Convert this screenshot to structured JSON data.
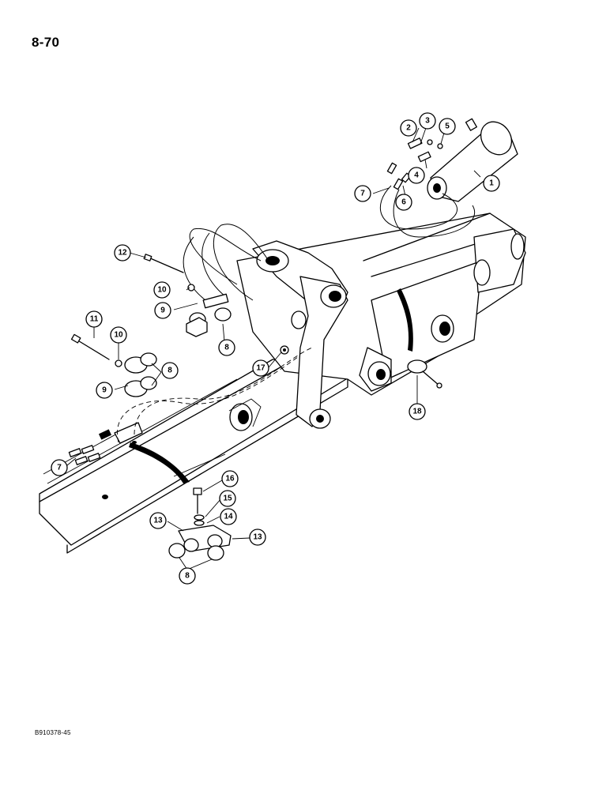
{
  "page": {
    "number": "8-70",
    "figure_code": "B910378-45"
  },
  "callouts": [
    {
      "id": "c1",
      "label": "1"
    },
    {
      "id": "c2",
      "label": "2"
    },
    {
      "id": "c3",
      "label": "3"
    },
    {
      "id": "c4",
      "label": "4"
    },
    {
      "id": "c5",
      "label": "5"
    },
    {
      "id": "c6",
      "label": "6"
    },
    {
      "id": "c7a",
      "label": "7"
    },
    {
      "id": "c7b",
      "label": "7"
    },
    {
      "id": "c8a",
      "label": "8"
    },
    {
      "id": "c8b",
      "label": "8"
    },
    {
      "id": "c8c",
      "label": "8"
    },
    {
      "id": "c9a",
      "label": "9"
    },
    {
      "id": "c9b",
      "label": "9"
    },
    {
      "id": "c10a",
      "label": "10"
    },
    {
      "id": "c10b",
      "label": "10"
    },
    {
      "id": "c11",
      "label": "11"
    },
    {
      "id": "c12",
      "label": "12"
    },
    {
      "id": "c13a",
      "label": "13"
    },
    {
      "id": "c13b",
      "label": "13"
    },
    {
      "id": "c14",
      "label": "14"
    },
    {
      "id": "c15",
      "label": "15"
    },
    {
      "id": "c16",
      "label": "16"
    },
    {
      "id": "c17",
      "label": "17"
    },
    {
      "id": "c18",
      "label": "18"
    }
  ]
}
